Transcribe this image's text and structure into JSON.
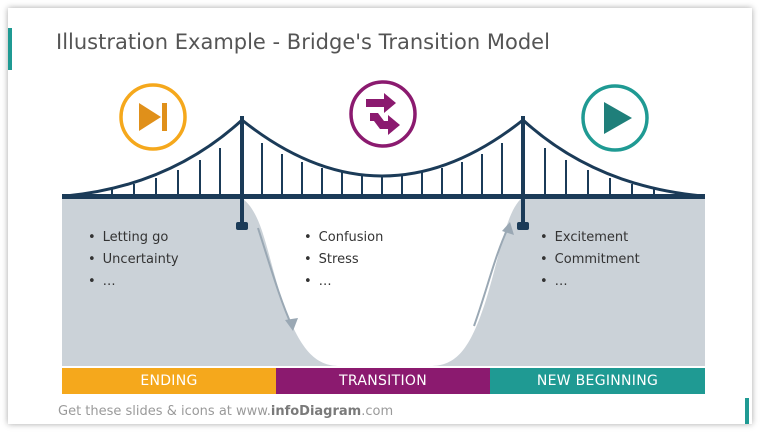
{
  "title": "Illustration Example - Bridge's Transition Model",
  "icons": {
    "left": "skip-forward-icon",
    "middle": "transition-arrows-icon",
    "right": "play-icon"
  },
  "colors": {
    "ending": "#f5a81c",
    "transition": "#8b1a6f",
    "new_beginning": "#1f9a93",
    "bridge": "#1b3b58",
    "ground": "#cbd2d8"
  },
  "columns": {
    "ending": [
      "Letting go",
      "Uncertainty",
      "…"
    ],
    "transition": [
      "Confusion",
      "Stress",
      "…"
    ],
    "new_beginning": [
      "Excitement",
      "Commitment",
      "…"
    ]
  },
  "phases": {
    "ending": "ENDING",
    "transition": "TRANSITION",
    "new_beginning": "NEW BEGINNING"
  },
  "footer": {
    "prefix": "Get these slides & icons at www.",
    "brand": "infoDiagram",
    "suffix": ".com"
  }
}
